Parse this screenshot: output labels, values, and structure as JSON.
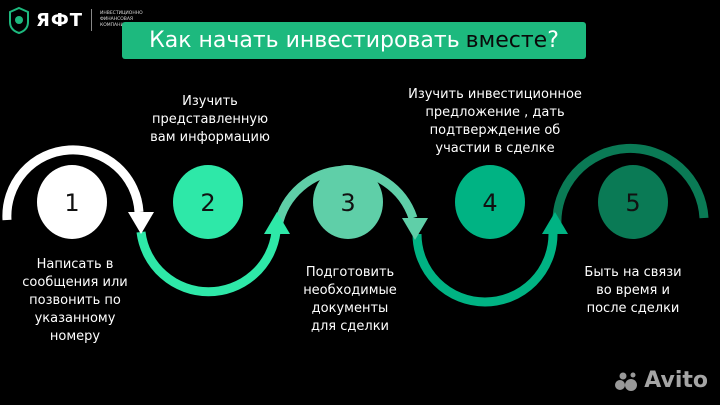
{
  "logo": {
    "name": "ЯФТ",
    "subtitle": [
      "ИНВЕСТИЦИОННО",
      "ФИНАНСОВАЯ",
      "КОМПАНИЯ"
    ]
  },
  "title": {
    "main": "Как начать инвестировать",
    "accent": "вместе",
    "punct": "?",
    "bg_color": "#1db97e"
  },
  "steps": [
    {
      "number": "1",
      "color": "#ffffff",
      "text": [
        "Написать в",
        "сообщения или",
        "позвонить по",
        "указанному",
        "номеру"
      ]
    },
    {
      "number": "2",
      "color": "#2ee8a8",
      "text": [
        "Изучить",
        "представленную",
        "вам информацию"
      ]
    },
    {
      "number": "3",
      "color": "#5fcfa8",
      "text": [
        "Подготовить",
        "необходимые",
        "документы",
        "для сделки"
      ]
    },
    {
      "number": "4",
      "color": "#00b383",
      "text": [
        "Изучить инвестиционное",
        "предложение , дать",
        "подтверждение об",
        "участии в сделке"
      ]
    },
    {
      "number": "5",
      "color": "#0a7a55",
      "text": [
        "Быть на связи",
        "во время и",
        "после сделки"
      ]
    }
  ],
  "watermark": {
    "text": "Avito"
  }
}
